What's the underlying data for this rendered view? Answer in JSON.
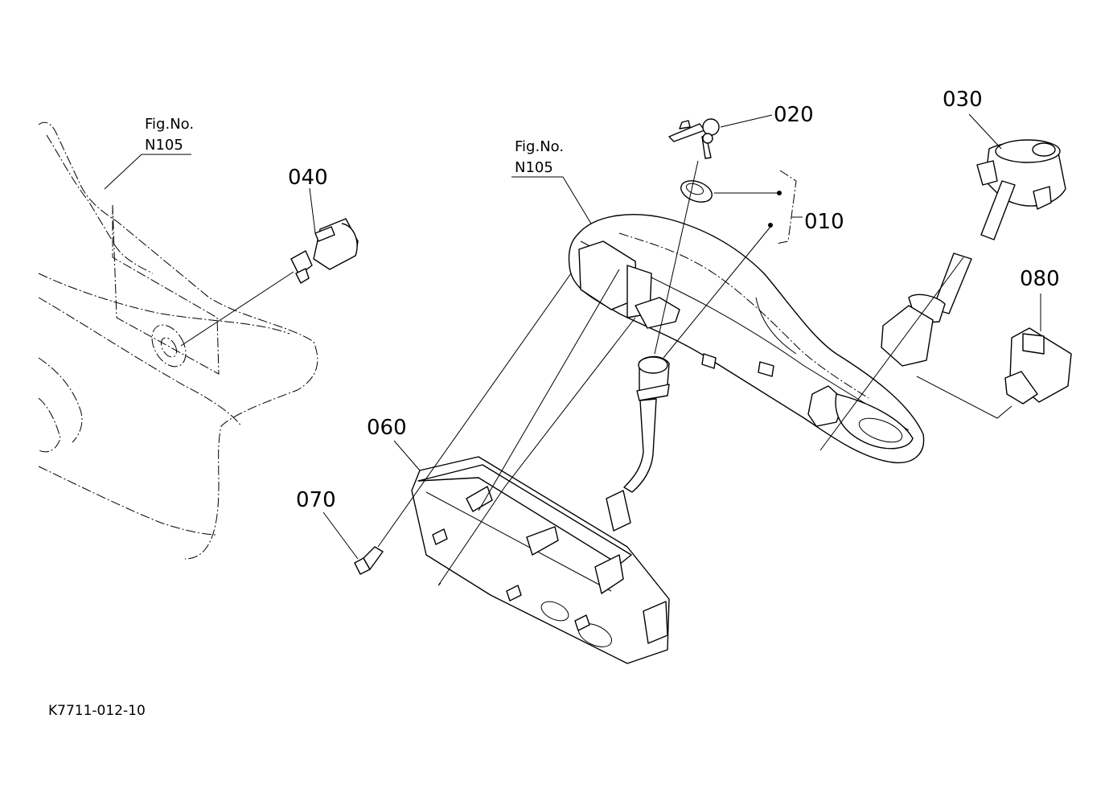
{
  "callouts": {
    "p010": "010",
    "p020": "020",
    "p030": "030",
    "p040": "040",
    "p060": "060",
    "p070": "070",
    "p080": "080"
  },
  "fig_refs": {
    "left": {
      "line1": "Fig.No.",
      "line2": "N105"
    },
    "center": {
      "line1": "Fig.No.",
      "line2": "N105"
    }
  },
  "drawing_code": "K7711-012-10",
  "line_color": "#000000",
  "background_color": "#ffffff"
}
